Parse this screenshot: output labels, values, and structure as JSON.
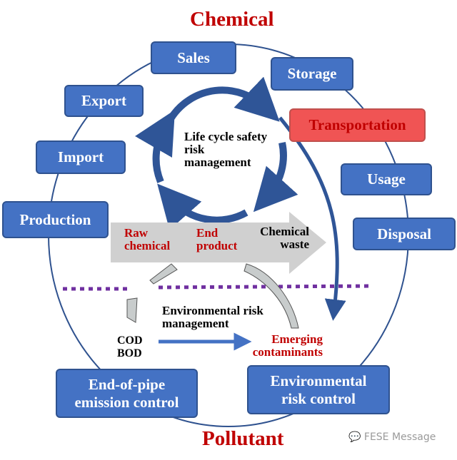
{
  "titles": {
    "top": "Chemical",
    "bottom": "Pollutant"
  },
  "boxes": {
    "sales": "Sales",
    "storage": "Storage",
    "export": "Export",
    "transportation": "Transportation",
    "import": "Import",
    "usage": "Usage",
    "production": "Production",
    "disposal": "Disposal",
    "end_of_pipe": "End-of-pipe emission control",
    "env_risk_control": "Environmental risk control"
  },
  "center": {
    "cycle_label": "Life cycle safety risk management"
  },
  "flow": {
    "raw": "Raw chemical",
    "end": "End product",
    "waste": "Chemical waste"
  },
  "env": {
    "label": "Environmental risk management",
    "cod": "COD",
    "bod": "BOD",
    "emerging": "Emerging contaminants"
  },
  "watermark": "FESE Message",
  "colors": {
    "box": "#4472C4",
    "highlight": "#F05454",
    "title": "#C00000",
    "divider": "#7030A0",
    "arrow": "#2F5597"
  }
}
